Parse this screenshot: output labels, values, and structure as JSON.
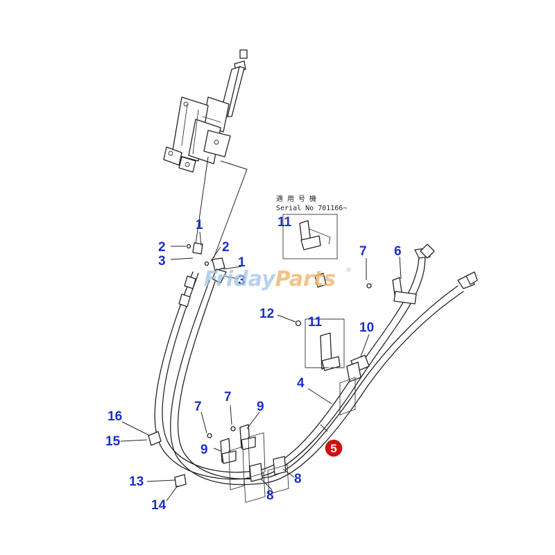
{
  "callouts": [
    "1",
    "2",
    "3",
    "2",
    "1",
    "3",
    "4",
    "5",
    "6",
    "7",
    "7",
    "7",
    "8",
    "8",
    "9",
    "9",
    "10",
    "11",
    "11",
    "12",
    "13",
    "14",
    "15",
    "16"
  ],
  "note": {
    "line1": "適 用 号 機",
    "line2": "Serial No 701166~"
  },
  "watermark": {
    "part1": "Friday",
    "part2": "Parts",
    "mark": "®"
  },
  "highlight": {
    "number": "5",
    "color": "#cc1111"
  },
  "colors": {
    "callout": "#1a2fc8",
    "line": "#222222"
  }
}
